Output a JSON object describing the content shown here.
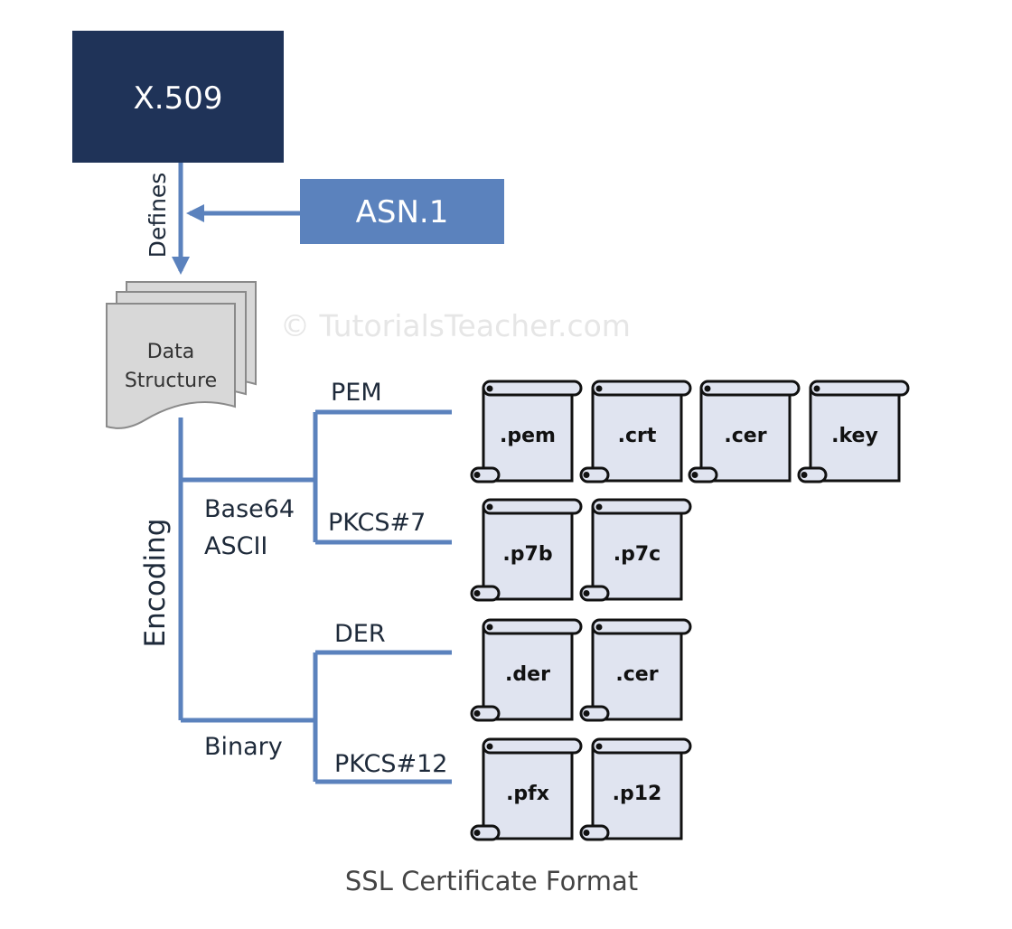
{
  "watermark": "© TutorialsTeacher.com",
  "standard": {
    "label": "X.509"
  },
  "notation": {
    "label": "ASN.1"
  },
  "defines_label": "Defines",
  "data_structure": {
    "line1": "Data",
    "line2": "Structure"
  },
  "encoding_label": "Encoding",
  "encodings": [
    {
      "label_lines": [
        "Base64",
        "ASCII"
      ],
      "formats": [
        {
          "name": "PEM",
          "extensions": [
            ".pem",
            ".crt",
            ".cer",
            ".key"
          ]
        },
        {
          "name": "PKCS#7",
          "extensions": [
            ".p7b",
            ".p7c"
          ]
        }
      ]
    },
    {
      "label_lines": [
        "Binary"
      ],
      "formats": [
        {
          "name": "DER",
          "extensions": [
            ".der",
            ".cer"
          ]
        },
        {
          "name": "PKCS#12",
          "extensions": [
            ".pfx",
            ".p12"
          ]
        }
      ]
    }
  ],
  "caption": "SSL Certificate Format",
  "colors": {
    "x509_box": "#1f3358",
    "asn1_box": "#5b82bd",
    "connector": "#5b82bd",
    "scroll_fill": "#e0e4f0",
    "page_fill": "#d8d8d8"
  }
}
